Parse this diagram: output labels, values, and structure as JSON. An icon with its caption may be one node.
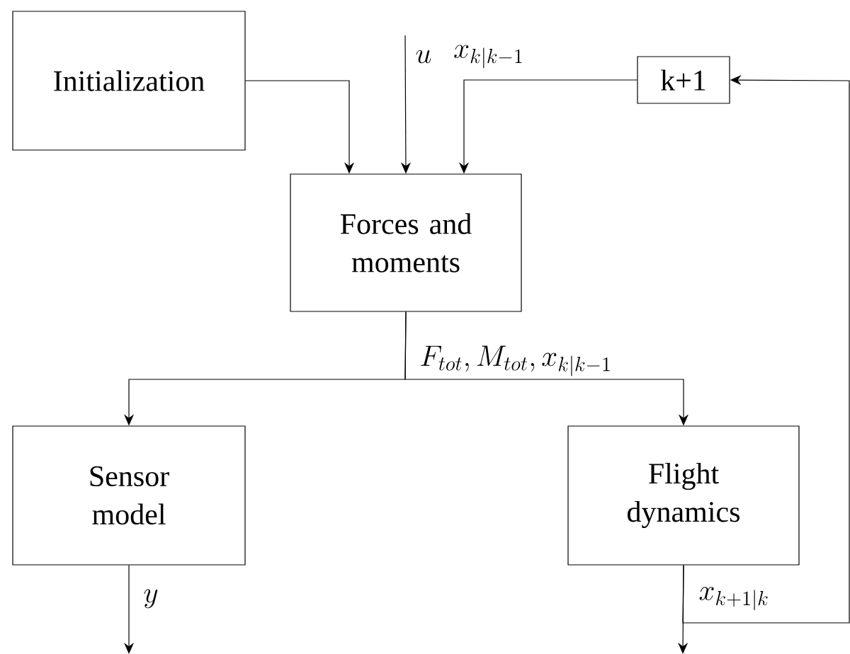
{
  "diagram": {
    "nodes": [
      {
        "text": [
          "Initialization"
        ]
      },
      {
        "text": [
          "k+1"
        ]
      },
      {
        "text": [
          "Forces and moments"
        ]
      },
      {
        "text": [
          "Sensor model"
        ]
      },
      {
        "text": [
          "Flight dynamics"
        ]
      }
    ],
    "edges": [
      {
        "from": 0,
        "to": 2,
        "arrow": "to"
      },
      {
        "from": null,
        "to": 2,
        "arrow": "to",
        "label": "u"
      },
      {
        "from": 1,
        "to": 2,
        "arrow": "to",
        "label": "x_{k|k-1}"
      },
      {
        "from": 2,
        "to": 3,
        "arrow": "to"
      },
      {
        "from": 2,
        "to": 4,
        "arrow": "to",
        "label": "F_{tot}, M_{tot}, x_{k|k-1}"
      },
      {
        "from": 3,
        "to": null,
        "arrow": "to",
        "label": "y"
      },
      {
        "from": 4,
        "to": null,
        "arrow": "to"
      },
      {
        "from": 4,
        "to": 1,
        "arrow": "to",
        "label": "x_{k+1|k}"
      }
    ]
  }
}
